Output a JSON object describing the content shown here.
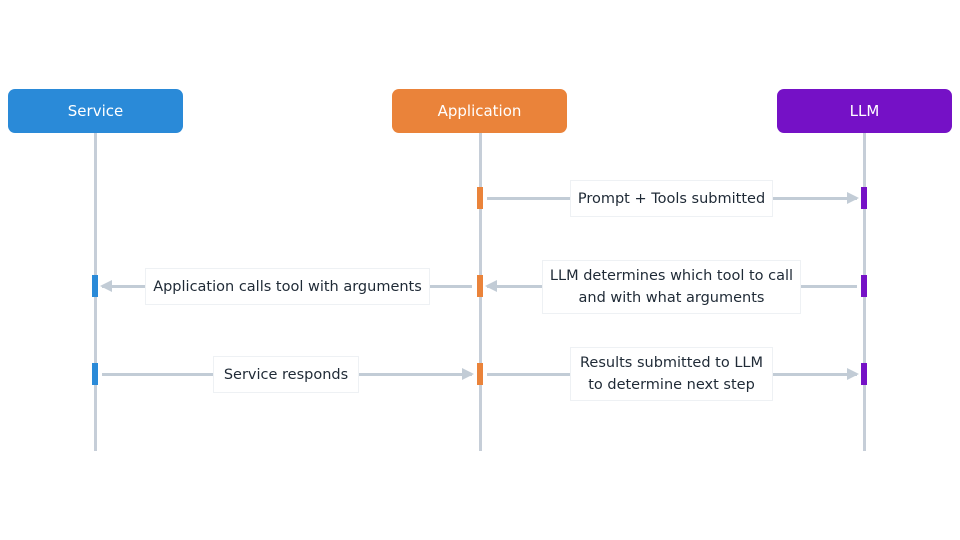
{
  "colors": {
    "service": "#2a8ad8",
    "application": "#ea833a",
    "llm": "#7511c6",
    "lifeline": "#c6ced8",
    "arrow": "#c2ccd6",
    "text": "#1f2a36"
  },
  "actors": {
    "service": "Service",
    "application": "Application",
    "llm": "LLM"
  },
  "messages": {
    "m1": {
      "line1": "Prompt + Tools submitted"
    },
    "m2": {
      "line1": "LLM determines which tool to call",
      "line2": "and with what arguments"
    },
    "m3": {
      "line1": "Application calls tool with arguments"
    },
    "m4": {
      "line1": "Service responds"
    },
    "m5": {
      "line1": "Results submitted to LLM",
      "line2": "to determine next step"
    }
  }
}
